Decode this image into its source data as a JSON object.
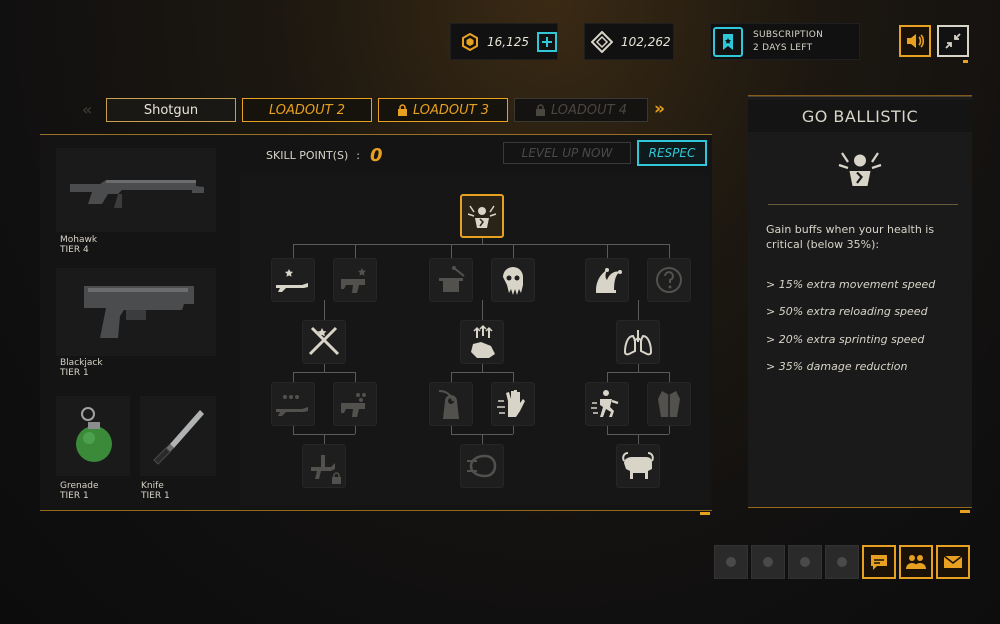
{
  "currencies": {
    "gold": "16,125",
    "diamonds": "102,262"
  },
  "subscription": {
    "line1": "SUBSCRIPTION",
    "line2": "2 DAYS LEFT"
  },
  "tabs": [
    {
      "label": "Shotgun",
      "state": "active"
    },
    {
      "label": "LOADOUT 2",
      "state": "normal"
    },
    {
      "label": "LOADOUT 3",
      "state": "locked"
    },
    {
      "label": "LOADOUT 4",
      "state": "disabled"
    }
  ],
  "skill_points": {
    "label": "SKILL POINT(S)",
    "separator": ":",
    "value": "0"
  },
  "buttons": {
    "level_up": "LEVEL UP NOW",
    "respec": "RESPEC"
  },
  "weapons": [
    {
      "name": "Mohawk",
      "tier": "TIER 4"
    },
    {
      "name": "Blackjack",
      "tier": "TIER 1"
    },
    {
      "name": "Grenade",
      "tier": "TIER 1"
    },
    {
      "name": "Knife",
      "tier": "TIER 1"
    }
  ],
  "perk": {
    "title": "GO BALLISTIC",
    "description": "Gain buffs when your health is critical (below 35%):",
    "buffs": [
      "> 15% extra movement speed",
      "> 50% extra reloading speed",
      "> 20% extra sprinting speed",
      "> 35% damage reduction"
    ]
  },
  "colors": {
    "accent": "#e8a020",
    "cyan": "#30c8d8",
    "panel": "#141414"
  },
  "icons": {
    "gold": "hexagon-coin-icon",
    "diamond": "diamond-icon",
    "subscription": "bookmark-badge-icon",
    "sound": "speaker-icon",
    "minimize": "collapse-arrows-icon",
    "chat": "chat-icon",
    "friends": "friends-icon",
    "mail": "mail-icon"
  }
}
